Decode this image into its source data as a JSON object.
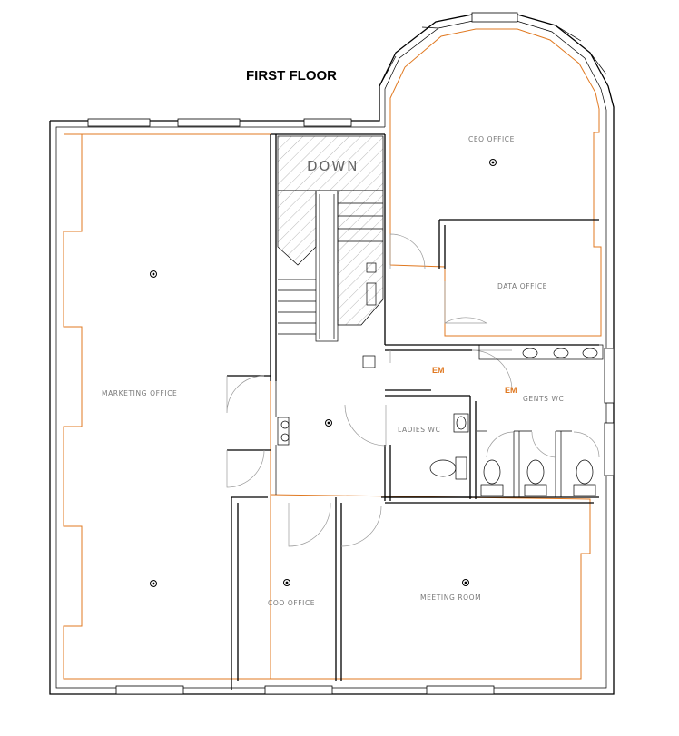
{
  "title": "FIRST FLOOR",
  "stair_label": "DOWN",
  "rooms": {
    "ceo": "CEO OFFICE",
    "data": "DATA OFFICE",
    "marketing": "MARKETING OFFICE",
    "ladies": "LADIES WC",
    "gents": "GENTS WC",
    "coo": "COO OFFICE",
    "meeting": "MEETING ROOM"
  },
  "emergency_lights": [
    "EM",
    "EM"
  ],
  "colors": {
    "wall": "#000000",
    "room_outline": "#e07820",
    "label": "#777777"
  }
}
